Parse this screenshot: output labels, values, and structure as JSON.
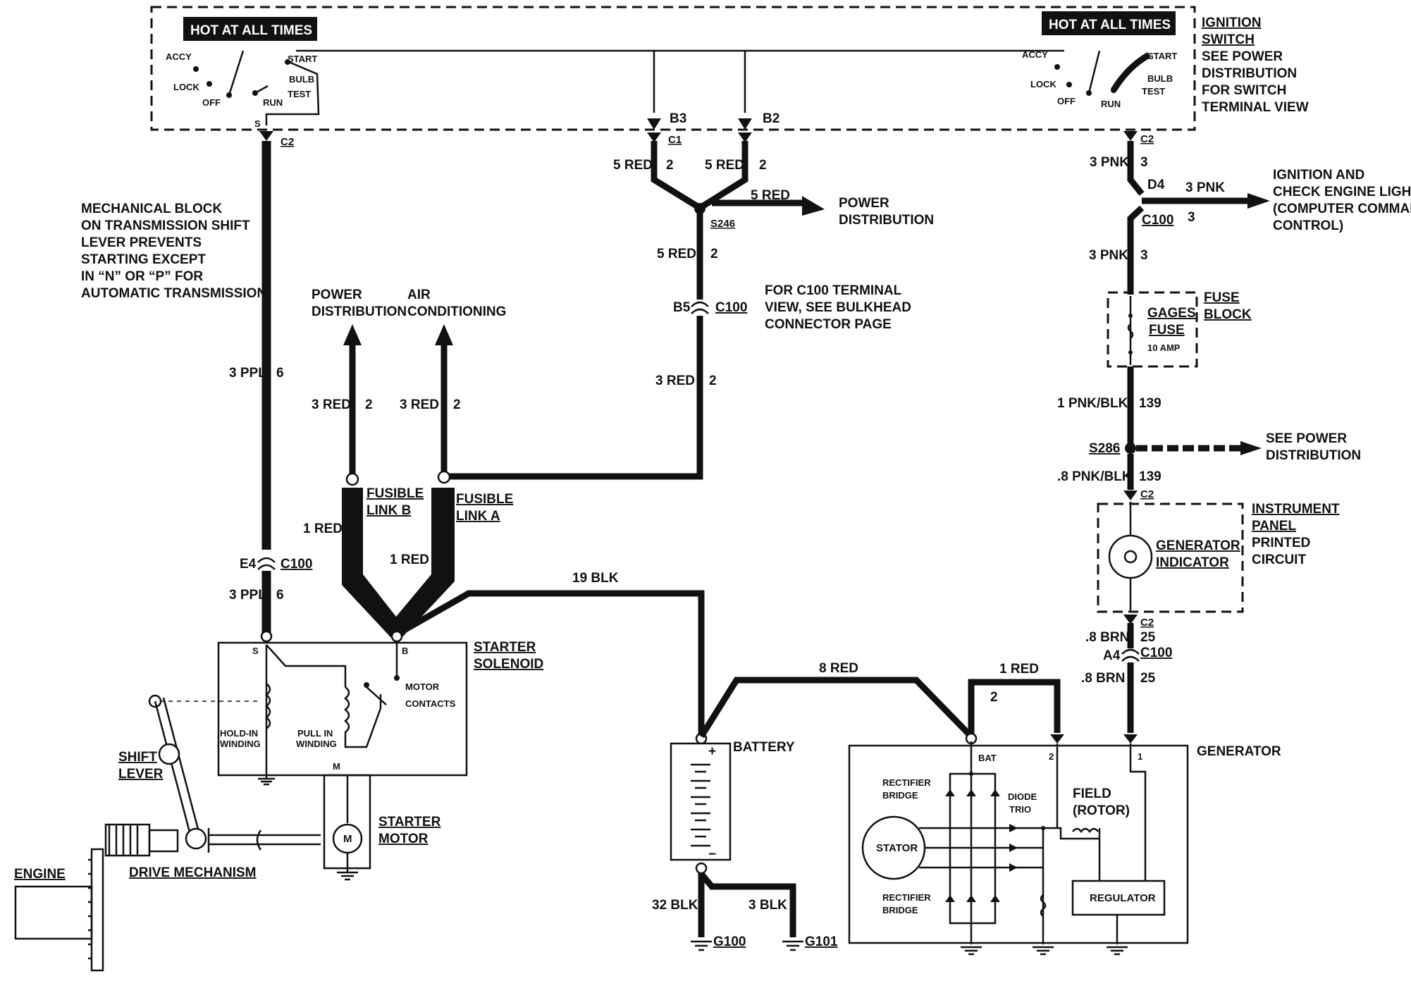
{
  "switches": {
    "hot_label": "HOT AT ALL TIMES",
    "left": {
      "accy": "ACCY",
      "lock": "LOCK",
      "off": "OFF",
      "start": "START",
      "bulb": "BULB",
      "test": "TEST",
      "run": "RUN",
      "s": "S",
      "c2": "C2"
    },
    "right": {
      "accy": "ACCY",
      "lock": "LOCK",
      "off": "OFF",
      "start": "START",
      "bulb": "BULB",
      "test": "TEST",
      "run": "RUN",
      "c2": "C2"
    },
    "ignition_note": [
      "IGNITION",
      "SWITCH",
      "SEE POWER",
      "DISTRIBUTION",
      "FOR SWITCH",
      "TERMINAL VIEW"
    ]
  },
  "center_feed": {
    "b3": "B3",
    "b2": "B2",
    "c1": "C1",
    "w1": "5 RED",
    "w1n": "2",
    "w2": "5 RED",
    "w2n": "2",
    "w3": "5 RED",
    "power_dist": [
      "POWER",
      "DISTRIBUTION"
    ],
    "s246": "S246",
    "w4": "5 RED",
    "w4n": "2",
    "b5": "B5",
    "c100": "C100",
    "c100_note": [
      "FOR C100 TERMINAL",
      "VIEW, SEE BULKHEAD",
      "CONNECTOR PAGE"
    ],
    "w5": "3 RED",
    "w5n": "2"
  },
  "mech_note": [
    "MECHANICAL BLOCK",
    "ON TRANSMISSION SHIFT",
    "LEVER PREVENTS",
    "STARTING EXCEPT",
    "IN “N” OR “P” FOR",
    "AUTOMATIC TRANSMISSION"
  ],
  "left_feed": {
    "w1": "3 PPL",
    "w1n": "6",
    "e4": "E4",
    "c100": "C100",
    "w2": "3 PPL",
    "w2n": "6"
  },
  "fusible": {
    "power": [
      "POWER",
      "DISTRIBUTION"
    ],
    "ac": [
      "AIR",
      "CONDITIONING"
    ],
    "wb": "3 RED",
    "wbn": "2",
    "wa": "3 RED",
    "wan": "2",
    "link_b": [
      "FUSIBLE",
      "LINK B"
    ],
    "link_a": [
      "FUSIBLE",
      "LINK A"
    ],
    "red_b": "1 RED",
    "red_a": "1 RED",
    "blk": "19 BLK"
  },
  "solenoid": {
    "title": [
      "STARTER",
      "SOLENOID"
    ],
    "s": "S",
    "b": "B",
    "m": "M",
    "hold": [
      "HOLD-IN",
      "WINDING"
    ],
    "pull": [
      "PULL IN",
      "WINDING"
    ],
    "contacts": [
      "MOTOR",
      "CONTACTS"
    ]
  },
  "motor": {
    "title": [
      "STARTER",
      "MOTOR"
    ],
    "m": "M"
  },
  "mechanism": {
    "shift": [
      "SHIFT",
      "LEVER"
    ],
    "engine": "ENGINE",
    "drive": "DRIVE MECHANISM"
  },
  "battery": {
    "title": "BATTERY",
    "red8": "8 RED",
    "plus": "+",
    "minus": "−",
    "w32": "32 BLK",
    "w3": "3 BLK",
    "g100": "G100",
    "g101": "G101"
  },
  "right_feed": {
    "w1": "3 PNK",
    "w1n": "3",
    "d4": "D4",
    "w2": "3 PNK",
    "c100": "C100",
    "c100n": "3",
    "ign": [
      "IGNITION AND",
      "CHECK ENGINE LIGHT",
      "(COMPUTER COMMAND",
      "CONTROL)"
    ],
    "w3": "3 PNK",
    "w3n": "3",
    "gages": [
      "GAGES",
      "FUSE"
    ],
    "amp": "10 AMP",
    "fuse_block": [
      "FUSE",
      "BLOCK"
    ],
    "w4": "1 PNK/BLK",
    "w4n": "139",
    "s286": "S286",
    "see_power": [
      "SEE POWER",
      "DISTRIBUTION"
    ],
    "w5": ".8 PNK/BLK",
    "w5n": "139",
    "c2": "C2",
    "gen_ind": [
      "GENERATOR",
      "INDICATOR"
    ],
    "ipc": [
      "INSTRUMENT",
      "PANEL",
      "PRINTED",
      "CIRCUIT"
    ],
    "c2b": "C2",
    "w6": ".8 BRN",
    "w6n": "25",
    "a4": "A4",
    "c100b": "C100",
    "w7": ".8 BRN",
    "w7n": "25"
  },
  "generator": {
    "title": "GENERATOR",
    "red1": "1 RED",
    "n2": "2",
    "bat": "BAT",
    "t2": "2",
    "t1": "1",
    "rect_top": [
      "RECTIFIER",
      "BRIDGE"
    ],
    "rect_bot": [
      "RECTIFIER",
      "BRIDGE"
    ],
    "diode": [
      "DIODE",
      "TRIO"
    ],
    "field": [
      "FIELD",
      "(ROTOR)"
    ],
    "stator": "STATOR",
    "regulator": "REGULATOR"
  }
}
